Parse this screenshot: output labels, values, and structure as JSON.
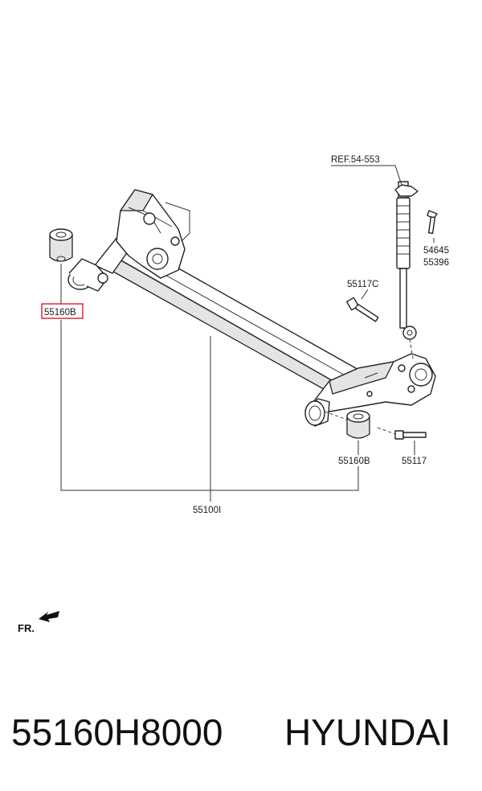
{
  "labels": {
    "ref": "REF.54-553",
    "bolt_top_a": "54645",
    "bolt_top_b": "55396",
    "bolt_mid": "55117C",
    "bushing_left": "55160B",
    "bushing_right": "55160B",
    "bolt_right": "55117",
    "axle": "55100I",
    "front": "FR."
  },
  "caption": {
    "part_number": "55160H8000",
    "brand": "HYUNDAI"
  },
  "colors": {
    "highlight": "#e0192b"
  },
  "icons": [
    "front-arrow-icon"
  ]
}
